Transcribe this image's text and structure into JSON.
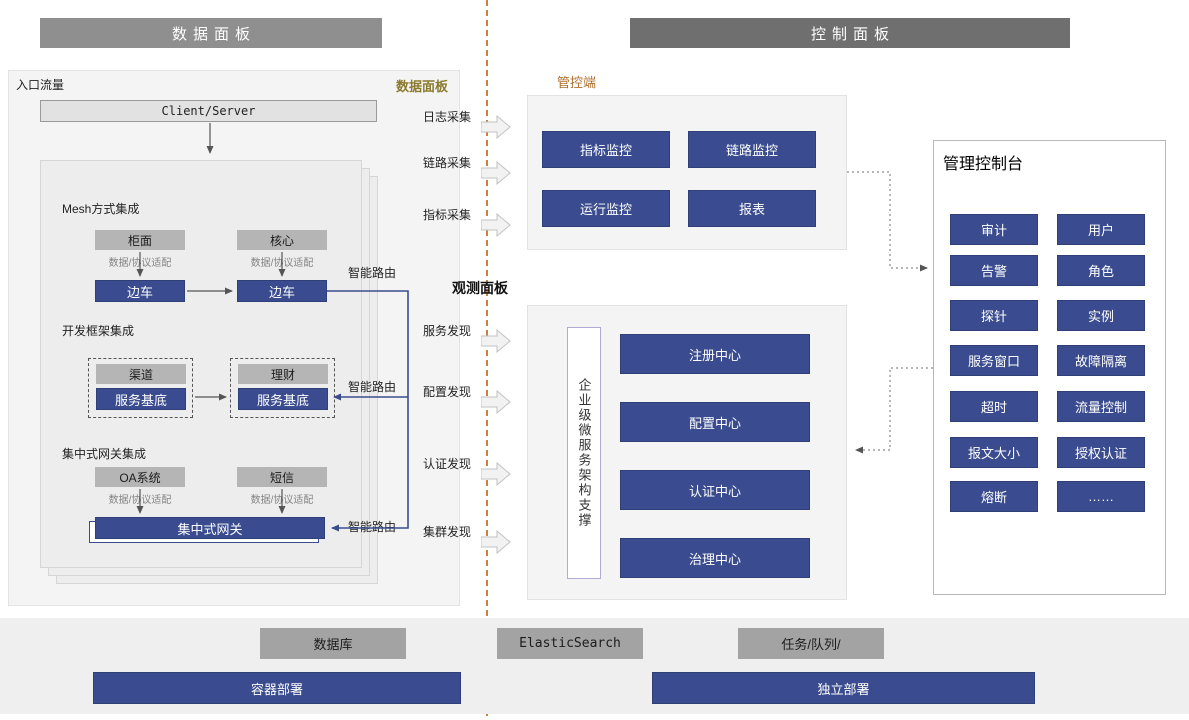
{
  "headers": {
    "left": "数据面板",
    "right": "控制面板"
  },
  "data_panel": {
    "entry_label": "入口流量",
    "corner_label": "数据面板",
    "client_server": "Client/Server",
    "mesh": {
      "title": "Mesh方式集成",
      "left_top": "柜面",
      "right_top": "核心",
      "adapter": "数据/协议适配",
      "left_bottom": "边车",
      "right_bottom": "边车",
      "route": "智能路由"
    },
    "framework": {
      "title": "开发框架集成",
      "left_top": "渠道",
      "right_top": "理财",
      "left_bottom": "服务基底",
      "right_bottom": "服务基底",
      "route": "智能路由"
    },
    "gateway": {
      "title": "集中式网关集成",
      "left_top": "OA系统",
      "right_top": "短信",
      "adapter": "数据/协议适配",
      "bar": "集中式网关",
      "route": "智能路由"
    }
  },
  "middle": {
    "collect": [
      "日志采集",
      "链路采集",
      "指标采集"
    ],
    "observe": "观测面板",
    "discover": [
      "服务发现",
      "配置发现",
      "认证发现",
      "集群发现"
    ]
  },
  "control_panel": {
    "monitor_label": "管控端",
    "monitor_buttons": [
      "指标监控",
      "链路监控",
      "运行监控",
      "报表"
    ],
    "support_vertical": "企业级微服务架构支撑",
    "centers": [
      "注册中心",
      "配置中心",
      "认证中心",
      "治理中心"
    ],
    "console": {
      "title": "管理控制台",
      "buttons": [
        "审计",
        "用户",
        "告警",
        "角色",
        "探针",
        "实例",
        "服务窗口",
        "故障隔离",
        "超时",
        "流量控制",
        "报文大小",
        "授权认证",
        "熔断",
        "……"
      ]
    }
  },
  "bottom": {
    "stores": [
      "数据库",
      "ElasticSearch",
      "任务/队列/"
    ],
    "deploys": [
      "容器部署",
      "独立部署"
    ]
  },
  "colors": {
    "accent_blue": "#3a4c8f",
    "gray_box": "#b5b5b5",
    "header_left": "#8f8f8f",
    "header_right": "#6f6f6f",
    "divider_orange": "#c8823e",
    "gold_label": "#8a7a2e",
    "orange_label": "#b06f2d"
  }
}
